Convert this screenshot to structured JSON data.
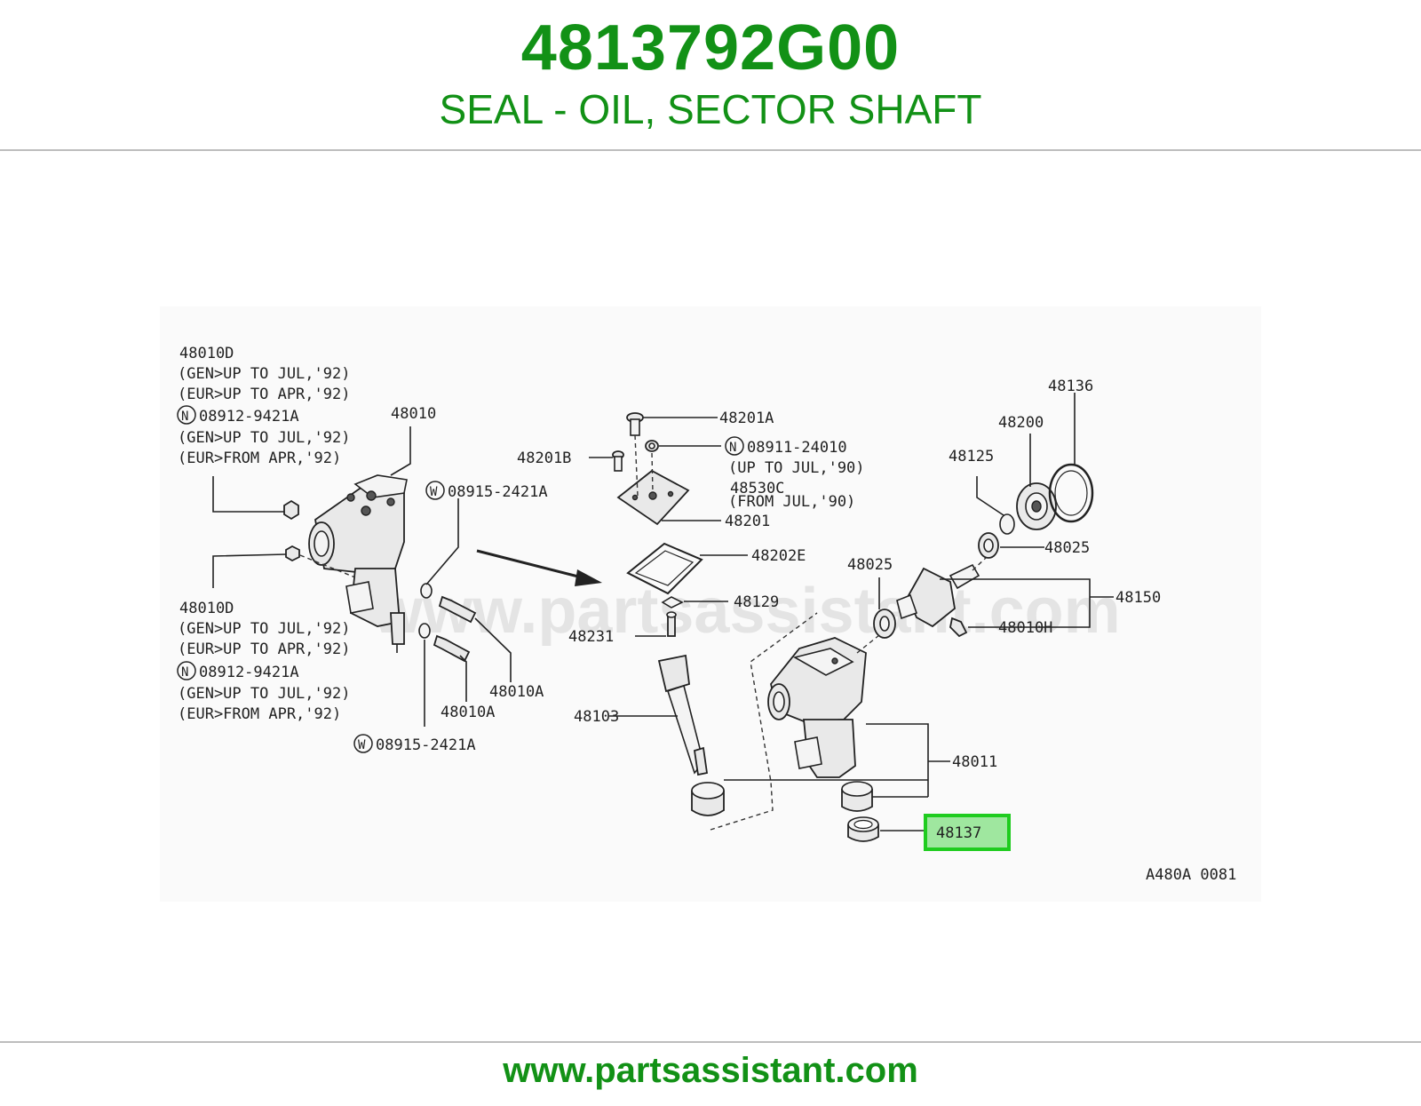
{
  "header": {
    "part_number": "4813792G00",
    "description": "SEAL - OIL, SECTOR SHAFT"
  },
  "footer": {
    "url": "www.partsassistant.com"
  },
  "watermark": "www.partsassistant.com",
  "diagram": {
    "code": "A480A 0081",
    "highlight_color": "#1fcc1f",
    "highlight_fill": "#9fe79f",
    "labels": {
      "l_48010D_a": "48010D",
      "l_gen_jul92_a": "(GEN>UP TO JUL,'92)",
      "l_eur_apr92_a": "(EUR>UP TO APR,'92)",
      "l_n08912_a": "08912-9421A",
      "l_gen_jul92_b": "(GEN>UP TO JUL,'92)",
      "l_eur_from_apr92_a": "(EUR>FROM APR,'92)",
      "l_48010": "48010",
      "l_w08915_a": "08915-2421A",
      "l_48010D_b": "48010D",
      "l_gen_jul92_c": "(GEN>UP TO JUL,'92)",
      "l_eur_apr92_b": "(EUR>UP TO APR,'92)",
      "l_n08912_b": "08912-9421A",
      "l_gen_jul92_d": "(GEN>UP TO JUL,'92)",
      "l_eur_from_apr92_b": "(EUR>FROM APR,'92)",
      "l_w08915_b": "08915-2421A",
      "l_48010A_a": "48010A",
      "l_48010A_b": "48010A",
      "l_48201A": "48201A",
      "l_48201B": "48201B",
      "l_n08911": "08911-24010",
      "l_up_jul90": "(UP TO JUL,'90)",
      "l_48530C": "48530C",
      "l_from_jul90": "(FROM JUL,'90)",
      "l_48201": "48201",
      "l_48202E": "48202E",
      "l_48129": "48129",
      "l_48231": "48231",
      "l_48103": "48103",
      "l_48136": "48136",
      "l_48200": "48200",
      "l_48125": "48125",
      "l_48025_a": "48025",
      "l_48025_b": "48025",
      "l_48150": "48150",
      "l_48010H": "48010H",
      "l_48011": "48011",
      "l_48137": "48137"
    },
    "symbol_n": "N",
    "symbol_w": "W"
  }
}
